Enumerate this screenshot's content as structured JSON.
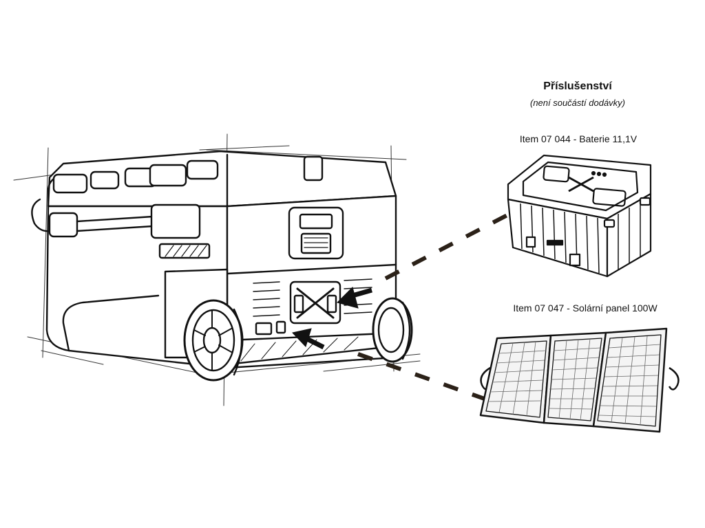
{
  "accessories": {
    "title": "Příslušenství",
    "subtitle": "(není součástí dodávky)"
  },
  "items": [
    {
      "label": "Item 07 044 - Baterie 11,1V",
      "icon": "battery-icon"
    },
    {
      "label": "Item 07 047 - Solární panel 100W",
      "icon": "solar-panel-icon"
    }
  ],
  "colors": {
    "line": "#111111",
    "connector": "#2b2118",
    "background": "#ffffff"
  }
}
